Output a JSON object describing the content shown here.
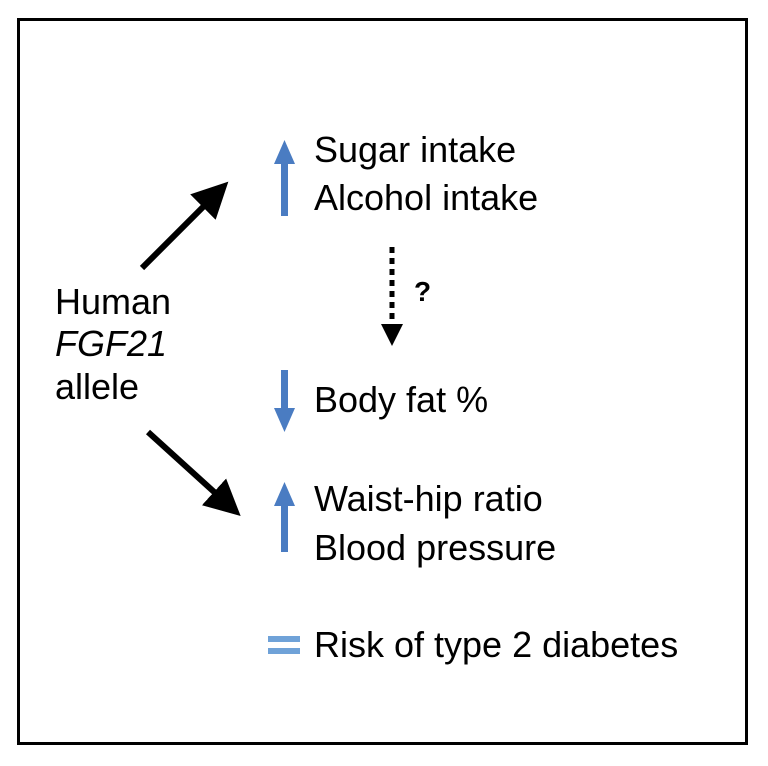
{
  "source": {
    "line1": "Human",
    "line2": "FGF21",
    "line3": "allele"
  },
  "intake": {
    "line1": "Sugar intake",
    "line2": "Alcohol intake"
  },
  "unknown_link": "?",
  "body_fat": "Body fat %",
  "cardio": {
    "line1": "Waist-hip ratio",
    "line2": "Blood pressure"
  },
  "diabetes": "Risk of type 2 diabetes",
  "effects": {
    "intake": "increase",
    "body_fat": "decrease",
    "cardio": "increase",
    "diabetes": "no change"
  },
  "colors": {
    "effect_arrow": "#4a7cc2",
    "no_change": "#6fa2d8",
    "arrow": "#000000",
    "border": "#000000"
  }
}
